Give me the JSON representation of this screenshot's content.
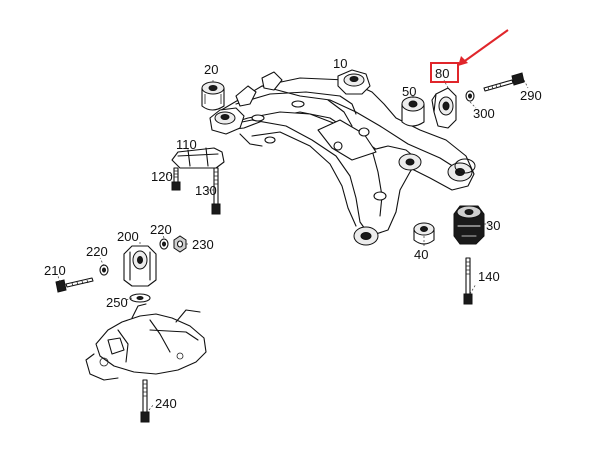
{
  "diagram": {
    "labels": {
      "p10": "10",
      "p20": "20",
      "p30": "30",
      "p40": "40",
      "p50": "50",
      "p80": "80",
      "p110": "110",
      "p120": "120",
      "p130": "130",
      "p140": "140",
      "p200": "200",
      "p210": "210",
      "p220a": "220",
      "p220b": "220",
      "p230": "230",
      "p240": "240",
      "p250": "250",
      "p290": "290",
      "p300": "300"
    },
    "highlight": {
      "label": "80",
      "color": "#e0262b"
    }
  }
}
